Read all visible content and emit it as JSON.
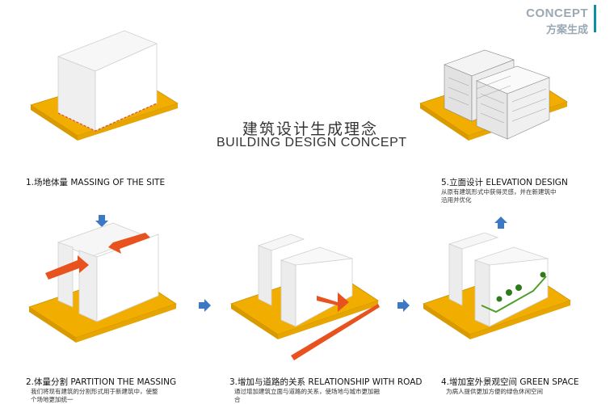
{
  "header": {
    "concept_en": "CONCEPT",
    "concept_cn": "方案生成"
  },
  "title": {
    "cn": "建筑设计生成理念",
    "en": "BUILDING DESIGN CONCEPT"
  },
  "steps": [
    {
      "label": "1.场地体量 MASSING OF THE SITE",
      "desc": ""
    },
    {
      "label": "2.体量分割  PARTITION THE MASSING",
      "desc": "我们将现有建筑的分割形式用于新建筑中，使整个场地更加统一"
    },
    {
      "label": "3.增加与道路的关系 RELATIONSHIP WITH ROAD",
      "desc": "通过增加建筑立面与道路的关系，使场地与城市更加融合"
    },
    {
      "label": "4.增加室外景观空间 GREEN SPACE",
      "desc": "为病人提供更加方便的绿色休闲空间"
    },
    {
      "label": "5.立面设计 ELEVATION DESIGN",
      "desc": "从原有建筑形式中获得灵感，并在新建筑中沿用并优化"
    }
  ],
  "colors": {
    "site": "#f2ae00",
    "site_edge": "#c98f00",
    "accent": "#e8521f",
    "arrow": "#3d78c4",
    "green": "#4f9e2a",
    "bar": "#0d8fa3"
  }
}
